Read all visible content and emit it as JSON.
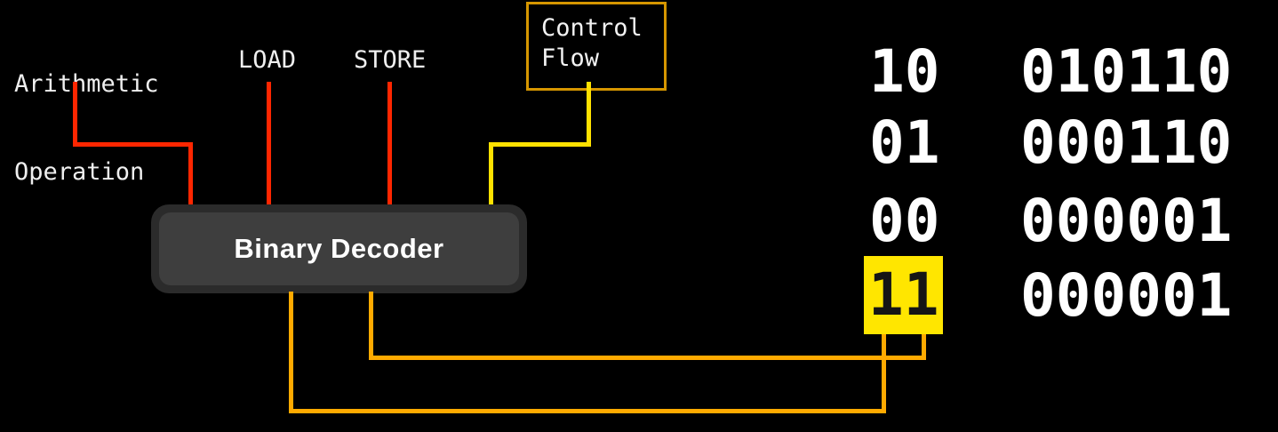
{
  "diagram": {
    "inputs": {
      "arithmetic": {
        "line1": "Arithmetic",
        "line2": "Operation"
      },
      "load": {
        "label": "LOAD"
      },
      "store": {
        "label": "STORE"
      },
      "control_flow": {
        "line1": "Control",
        "line2": "Flow"
      }
    },
    "decoder": {
      "label": "Binary Decoder"
    },
    "opcode_table": {
      "rows": [
        {
          "selector": "10",
          "code": "010110",
          "highlighted": false
        },
        {
          "selector": "01",
          "code": "000110",
          "highlighted": false
        },
        {
          "selector": "00",
          "code": "000001",
          "highlighted": false
        },
        {
          "selector": "11",
          "code": "000001",
          "highlighted": true
        }
      ]
    },
    "colors": {
      "background": "#000000",
      "wire_red": "#ff2600",
      "wire_yellow": "#ffe100",
      "wire_orange": "#ffaa00",
      "control_flow_border": "#d69600",
      "selector_highlight": "#ffe600",
      "decoder_fill": "#3e3e3e",
      "decoder_bezel": "#2b2b2b",
      "text": "#ffffff"
    }
  }
}
